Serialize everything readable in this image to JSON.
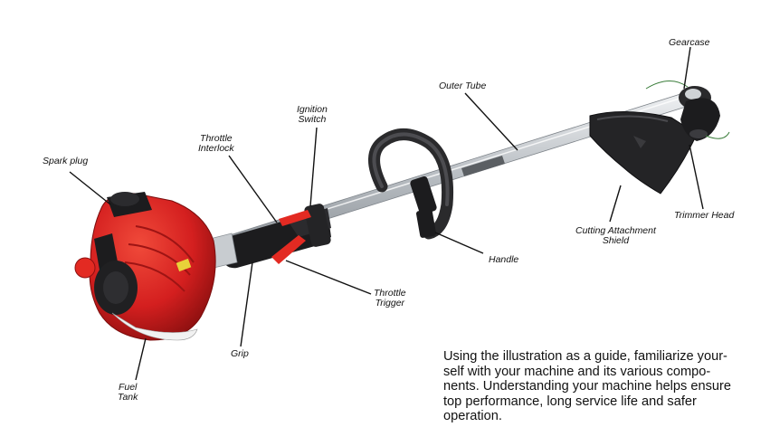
{
  "labels": {
    "gearcase": "Gearcase",
    "outer_tube": "Outer Tube",
    "ignition_switch": [
      "Ignition",
      "Switch"
    ],
    "throttle_interlock": [
      "Throttle",
      "Interlock"
    ],
    "spark_plug": "Spark plug",
    "cutting_attachment_shield": [
      "Cutting Attachment",
      "Shield"
    ],
    "trimmer_head": "Trimmer Head",
    "handle": "Handle",
    "throttle_trigger": [
      "Throttle",
      "Trigger"
    ],
    "grip": "Grip",
    "fuel_tank": [
      "Fuel",
      "Tank"
    ]
  },
  "description": [
    "Using the  illustration as a guide, familiarize your-",
    "self with your machine and its various compo-",
    "nents. Understanding your machine helps ensure",
    "top performance, long service life and safer",
    "operation."
  ],
  "colors": {
    "engine_red": "#d41f1f",
    "shaft": "#c9cdd1",
    "black_parts": "#1c1c1e"
  }
}
